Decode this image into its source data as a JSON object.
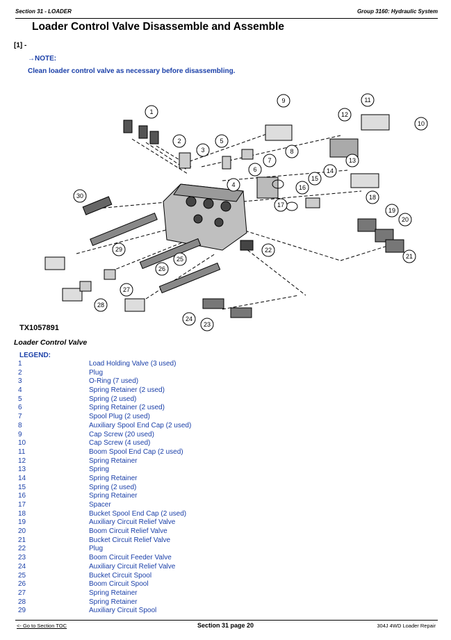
{
  "header": {
    "left": "Section 31 - LOADER",
    "right": "Group 3160: Hydraulic System"
  },
  "title": "Loader Control Valve Disassemble and Assemble",
  "step": "[1] -",
  "note": {
    "label": "→NOTE:",
    "text": "Clean loader control valve as necessary before disassembling."
  },
  "figure": {
    "id": "TX1057891",
    "caption": "Loader Control Valve",
    "callouts": [
      "1",
      "2",
      "3",
      "4",
      "5",
      "6",
      "7",
      "8",
      "9",
      "10",
      "11",
      "12",
      "13",
      "14",
      "15",
      "16",
      "17",
      "18",
      "19",
      "20",
      "21",
      "22",
      "23",
      "24",
      "25",
      "26",
      "27",
      "28",
      "29",
      "30"
    ]
  },
  "legend": {
    "title": "LEGEND:",
    "items": [
      {
        "num": "1",
        "desc": "Load Holding Valve (3 used)"
      },
      {
        "num": "2",
        "desc": "Plug"
      },
      {
        "num": "3",
        "desc": "O-Ring (7 used)"
      },
      {
        "num": "4",
        "desc": "Spring Retainer (2 used)"
      },
      {
        "num": "5",
        "desc": "Spring (2 used)"
      },
      {
        "num": "6",
        "desc": "Spring Retainer (2 used)"
      },
      {
        "num": "7",
        "desc": "Spool Plug (2 used)"
      },
      {
        "num": "8",
        "desc": "Auxiliary Spool End Cap (2 used)"
      },
      {
        "num": "9",
        "desc": "Cap Screw (20 used)"
      },
      {
        "num": "10",
        "desc": "Cap Screw (4 used)"
      },
      {
        "num": "11",
        "desc": "Boom Spool End Cap (2 used)"
      },
      {
        "num": "12",
        "desc": "Spring Retainer"
      },
      {
        "num": "13",
        "desc": "Spring"
      },
      {
        "num": "14",
        "desc": "Spring Retainer"
      },
      {
        "num": "15",
        "desc": "Spring (2 used)"
      },
      {
        "num": "16",
        "desc": "Spring Retainer"
      },
      {
        "num": "17",
        "desc": "Spacer"
      },
      {
        "num": "18",
        "desc": "Bucket Spool End Cap (2 used)"
      },
      {
        "num": "19",
        "desc": "Auxiliary Circuit Relief Valve"
      },
      {
        "num": "20",
        "desc": "Boom Circuit Relief Valve"
      },
      {
        "num": "21",
        "desc": "Bucket Circuit Relief Valve"
      },
      {
        "num": "22",
        "desc": "Plug"
      },
      {
        "num": "23",
        "desc": "Boom Circuit Feeder Valve"
      },
      {
        "num": "24",
        "desc": "Auxiliary Circuit Relief Valve"
      },
      {
        "num": "25",
        "desc": "Bucket Circuit Spool"
      },
      {
        "num": "26",
        "desc": "Boom Circuit Spool"
      },
      {
        "num": "27",
        "desc": "Spring Retainer"
      },
      {
        "num": "28",
        "desc": "Spring Retainer"
      },
      {
        "num": "29",
        "desc": "Auxiliary Circuit Spool"
      }
    ]
  },
  "footer": {
    "left": "<- Go to Section TOC",
    "center": "Section 31 page 20",
    "right": "304J 4WD Loader Repair"
  }
}
